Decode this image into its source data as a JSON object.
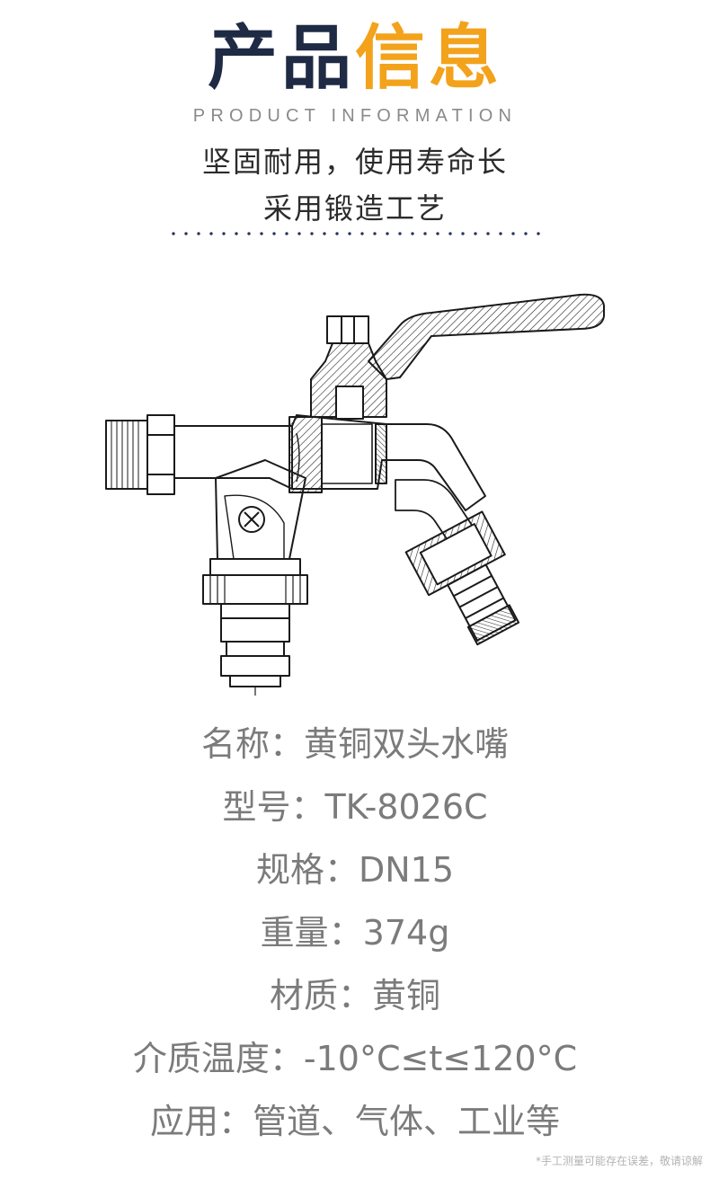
{
  "header": {
    "title_dark": "产品",
    "title_accent": "信息",
    "subtitle_en": "PRODUCT INFORMATION",
    "slogan_line1": "坚固耐用，使用寿命长",
    "slogan_line2": "采用锻造工艺"
  },
  "specs": [
    "名称：黄铜双头水嘴",
    "型号：TK-8026C",
    "规格：DN15",
    "重量：374g",
    "材质：黄铜",
    "介质温度：-10°C≤t≤120°C",
    "应用：管道、气体、工业等"
  ],
  "footnote": "*手工测量可能存在误差，敬请谅解",
  "colors": {
    "title_dark": "#1f2a44",
    "title_accent": "#f3a21b",
    "dots": "#27335a",
    "spec_text": "#7b7b7b"
  }
}
